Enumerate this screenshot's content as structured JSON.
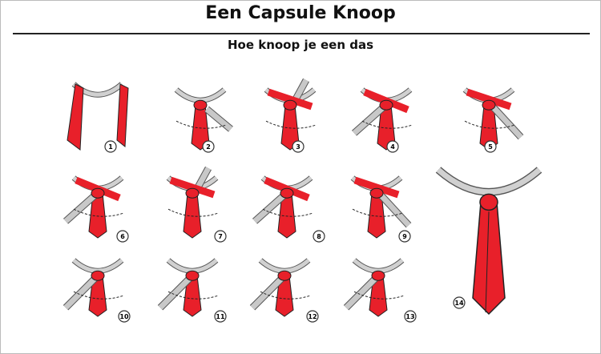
{
  "title": "Een Capsule Knoop",
  "subtitle": "Hoe knoop je een das",
  "colors": {
    "tie": "#e8202a",
    "tie_outline": "#222222",
    "back_blade": "#c8c8c8",
    "collar": "#d0d0d0"
  },
  "steps": [
    "1",
    "2",
    "3",
    "4",
    "5",
    "6",
    "7",
    "8",
    "9",
    "10",
    "11",
    "12",
    "13",
    "14"
  ]
}
